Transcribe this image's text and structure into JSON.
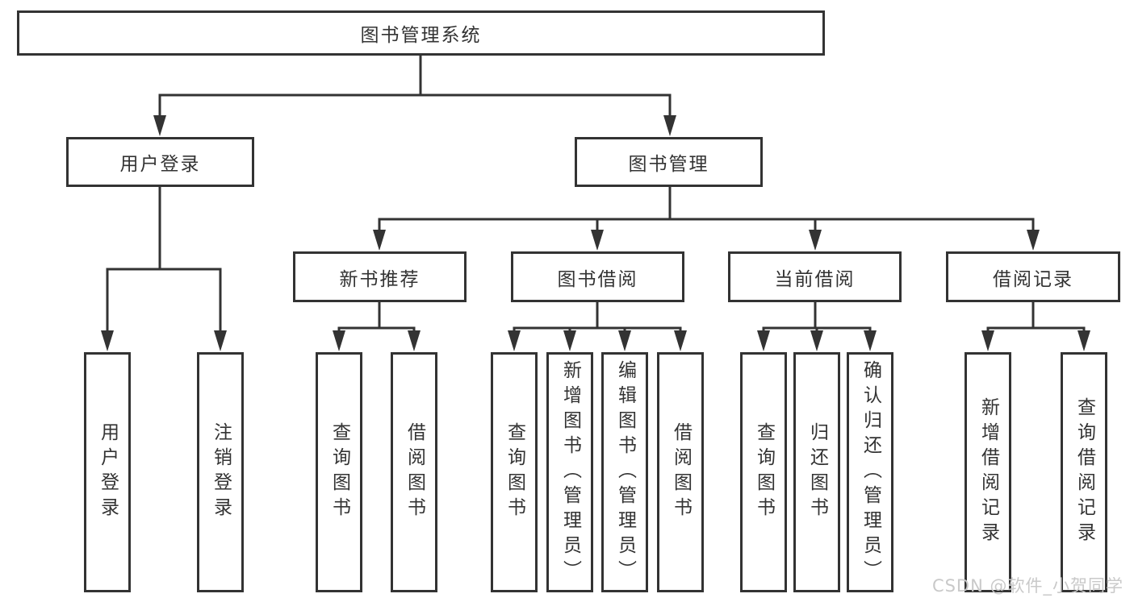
{
  "colors": {
    "line": "#333333",
    "box_border": "#333333",
    "box_background": "#ffffff",
    "text": "#333333",
    "watermark_text": "#c9c9c9"
  },
  "diagram": {
    "type": "hierarchy-tree",
    "root": "图书管理系统",
    "level2": [
      "用户登录",
      "图书管理"
    ],
    "level3": [
      "新书推荐",
      "图书借阅",
      "当前借阅",
      "借阅记录"
    ],
    "leaves": [
      "用户登录",
      "注销登录",
      "查询图书",
      "借阅图书",
      "查询图书",
      "新增图书（管理员）",
      "编辑图书（管理员）",
      "借阅图书",
      "查询图书",
      "归还图书",
      "确认归还（管理员）",
      "新增借阅记录",
      "查询借阅记录"
    ]
  },
  "watermark": "CSDN @软件_小贺同学"
}
